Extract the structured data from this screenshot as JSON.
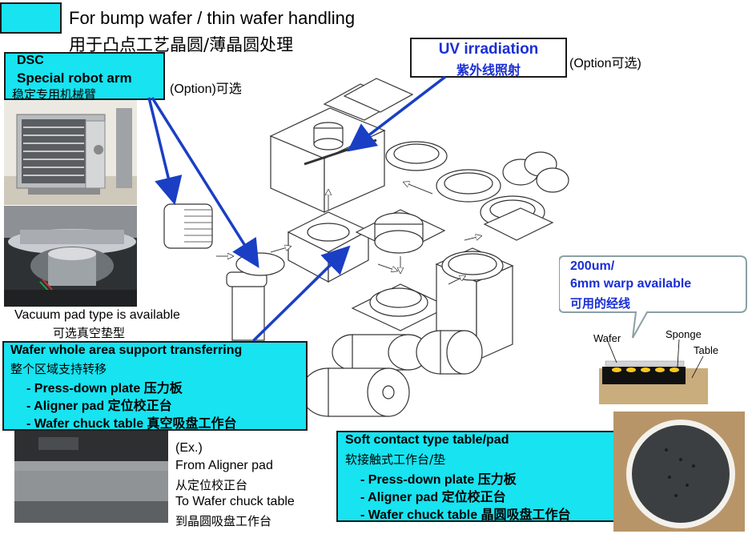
{
  "header": {
    "title_en": "For bump wafer / thin wafer handling",
    "title_cn": "用于凸点工艺晶圆/薄晶圆处理"
  },
  "dsc_box": {
    "line1": "DSC",
    "line2": "Special robot arm",
    "line3": "稳定专用机械臂"
  },
  "option_left": "(Option)可选",
  "uv_box": {
    "title": "UV irradiation",
    "subtitle": "紫外线照射"
  },
  "option_right": "(Option可选)",
  "vacuum_pad": {
    "en": "Vacuum pad type is available",
    "cn": "可选真空垫型"
  },
  "transfer_box": {
    "title_en": "Wafer whole area support transferring",
    "title_cn": "整个区域支持转移",
    "items": [
      "- Press-down plate 压力板",
      "- Aligner pad 定位校正台",
      "- Wafer chuck table 真空吸盘工作台"
    ]
  },
  "example": {
    "label": "(Ex.)",
    "from_en": "From Aligner pad",
    "from_cn": "从定位校正台",
    "to_en": "To Wafer chuck table",
    "to_cn": "到晶圆吸盘工作台"
  },
  "warp_callout": {
    "line1": "200um/",
    "line2": "6mm warp available",
    "line3": "可用的经线"
  },
  "warp_diagram": {
    "wafer_label": "Wafer",
    "sponge_label": "Sponge",
    "table_label": "Table"
  },
  "soft_box": {
    "title_en": "Soft contact type table/pad",
    "title_cn": "软接触式工作台/垫",
    "items": [
      "- Press-down plate 压力板",
      "- Aligner pad 定位校正台",
      "- Wafer chuck table 晶圆吸盘工作台"
    ]
  },
  "colors": {
    "cyan_box": "#18e3f0",
    "arrow_blue": "#1a3fc4",
    "uv_title_blue": "#1a2fd6",
    "callout_blue": "#1a2fd6",
    "table_brown": "#c9ad7c"
  }
}
